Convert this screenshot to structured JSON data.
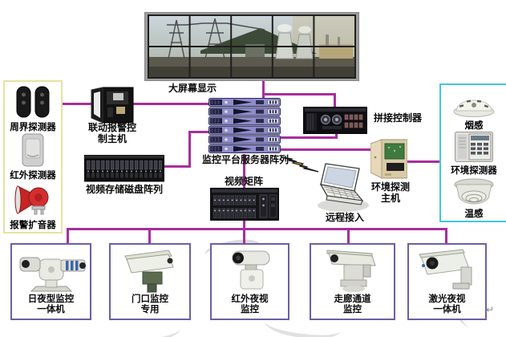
{
  "diagram": {
    "wall": {
      "label": "大屏幕显示"
    },
    "left_panel": {
      "items": [
        {
          "label": "周界探测器",
          "icon": "perimeter-detector-icon"
        },
        {
          "label": "红外探测器",
          "icon": "pir-detector-icon"
        },
        {
          "label": "报警扩音器",
          "icon": "alarm-horn-icon"
        }
      ]
    },
    "alarm_host": {
      "label_line1": "联动报警控",
      "label_line2": "制主机"
    },
    "disk_array": {
      "label": "视频存储磁盘阵列"
    },
    "servers": {
      "label": "监控平台服务器阵列"
    },
    "matrix": {
      "label": "视频矩阵"
    },
    "splicer": {
      "label": "拼接控制器"
    },
    "env_host": {
      "label_line1": "环境探测",
      "label_line2": "主机"
    },
    "remote": {
      "label": "远程接入"
    },
    "right_panel": {
      "items": [
        {
          "label": "烟感",
          "icon": "smoke-sensor-icon"
        },
        {
          "label": "环境探测器",
          "icon": "environment-detector-icon"
        },
        {
          "label": "温感",
          "icon": "temperature-sensor-icon"
        }
      ]
    },
    "cameras": [
      {
        "label_line1": "日夜型监控",
        "label_line2": "一体机"
      },
      {
        "label_line1": "门口监控",
        "label_line2": "专用"
      },
      {
        "label_line1": "红外夜视",
        "label_line2": "监控"
      },
      {
        "label_line1": "走廊通道",
        "label_line2": "监控"
      },
      {
        "label_line1": "激光夜视",
        "label_line2": "一体机"
      }
    ],
    "annotations": {
      "return_mark": "↵"
    },
    "colors": {
      "connection_line": "#a62f9c",
      "left_panel_border": "#e6e2a2",
      "right_panel_border": "#44c5e4",
      "camera_box_border": "#6b5fa5"
    }
  }
}
